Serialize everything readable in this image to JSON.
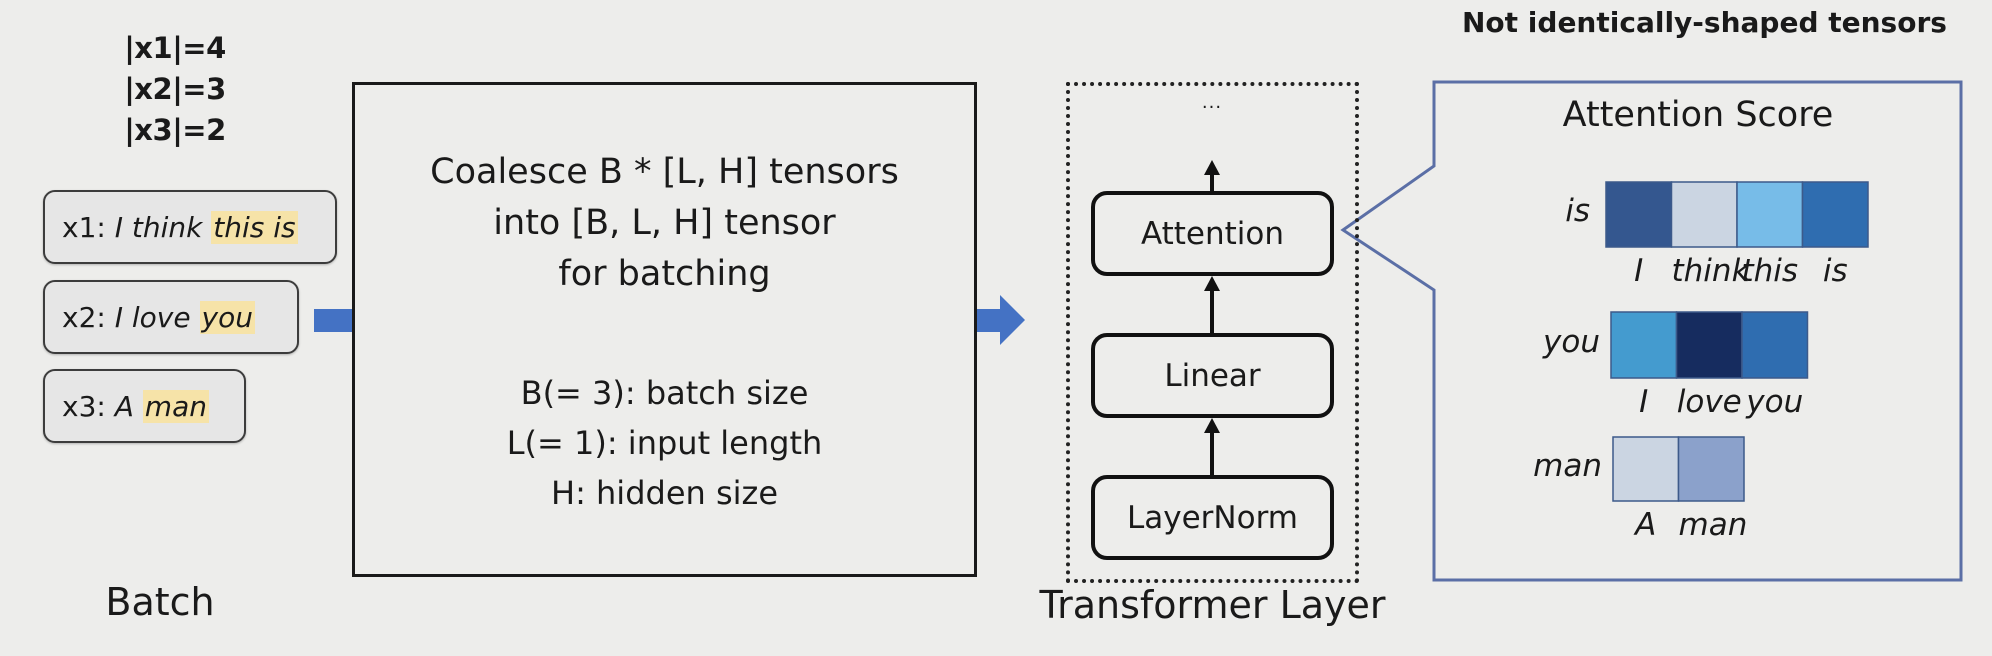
{
  "batch": {
    "lengths": [
      "|x1|=4",
      "|x2|=3",
      "|x3|=2"
    ],
    "items": [
      {
        "id": "x1",
        "prefix": "x1:",
        "tokens": "I think",
        "highlight": "this is"
      },
      {
        "id": "x2",
        "prefix": "x2:",
        "tokens": "I love",
        "highlight": "you"
      },
      {
        "id": "x3",
        "prefix": "x3:",
        "tokens": "A",
        "highlight": "man"
      }
    ],
    "caption": "Batch",
    "highlight_color": "#f6e3a8"
  },
  "coalesce": {
    "title_lines": [
      "Coalesce B * [L, H] tensors",
      "into [B, L, H] tensor",
      "for batching"
    ],
    "param_lines": [
      "B(= 3): batch size",
      "L(= 1): input length",
      "H: hidden size"
    ]
  },
  "arrow_color": "#4472c4",
  "transformer": {
    "ellipsis": "...",
    "modules": [
      "Attention",
      "Linear",
      "LayerNorm"
    ],
    "caption": "Transformer Layer"
  },
  "attention_panel": {
    "note": "Not identically-shaped tensors",
    "title": "Attention Score",
    "border_color": "#5b6fa6",
    "rows": [
      {
        "query": "is",
        "keys": [
          "I",
          "think",
          "this",
          "is"
        ],
        "colors": [
          "#34578f",
          "#cbd5e2",
          "#77bce8",
          "#2f6db0"
        ]
      },
      {
        "query": "you",
        "keys": [
          "I",
          "love",
          "you"
        ],
        "colors": [
          "#449bcf",
          "#162c5f",
          "#2f6db0"
        ]
      },
      {
        "query": "man",
        "keys": [
          "A",
          "man"
        ],
        "colors": [
          "#cbd5e2",
          "#8ba1cb"
        ]
      }
    ]
  }
}
